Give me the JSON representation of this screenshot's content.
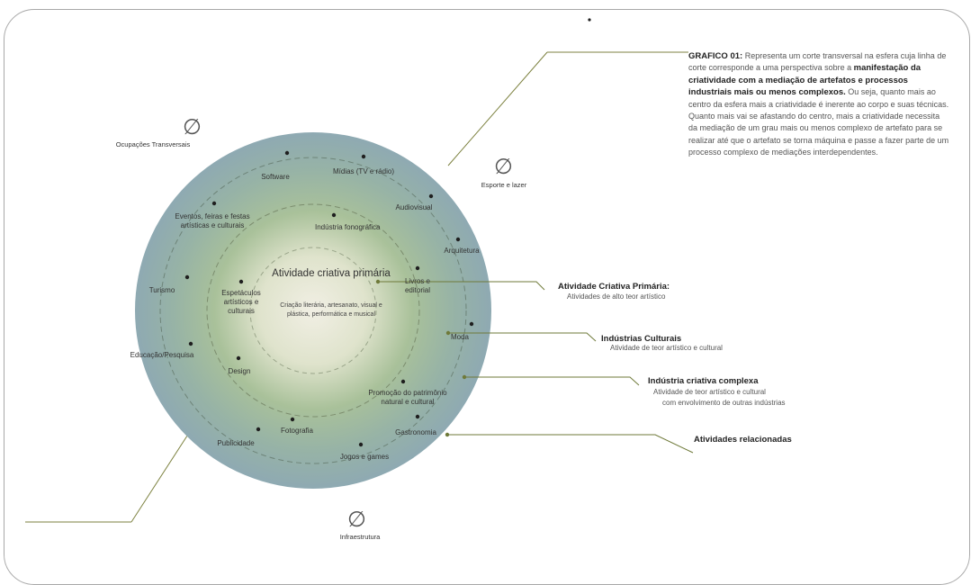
{
  "description": {
    "title": "GRAFICO 01:",
    "intro": "Representa um corte transversal na esfera cuja linha de corte corresponde a uma perspectiva sobre a",
    "bold_text": "manifestação da criatividade com a mediação de artefatos e processos industriais mais ou menos complexos.",
    "body": "Ou seja, quanto mais ao centro da esfera mais a criatividade é inerente ao corpo e suas técnicas. Quanto mais vai se afastando do centro, mais a criatividade necessita da mediação de um grau mais ou menos complexo de artefato para se realizar até que o artefato se torna máquina e passe a fazer parte de um processo complexo de mediações interdependentes."
  },
  "core": {
    "title": "Atividade criativa primária",
    "subtitle": "Criação literária, artesanato, visual e plástica, performática e musical"
  },
  "layer_labels": {
    "primary": {
      "title": "Atividade Criativa Primária:",
      "subtitle": "Atividades de alto teor artístico"
    },
    "cultural": {
      "title": "Indústrias Culturais",
      "subtitle": "Atividade de teor artístico e cultural"
    },
    "complex": {
      "title": "Indústria criativa complexa",
      "subtitle_1": "Atividade de teor artístico e cultural",
      "subtitle_2": "com envolvimento de outras indústrias"
    },
    "related": {
      "title": "Atividades relacionadas"
    }
  },
  "transversal": {
    "ocupacoes": "Ocupações Transversais",
    "esporte": "Esporte e lazer",
    "infra": "Infraestrutura",
    "symbol": "∅"
  },
  "ring1": {
    "industria_fonografica": "Indústria fonográfica",
    "livros": "Livros e editorial",
    "espetaculos": "Espetáculos artísticos e culturais",
    "design": "Design",
    "moda": "Moda"
  },
  "ring2": {
    "software": "Software",
    "midias": "Mídias (TV e rádio)",
    "audiovisual": "Audiovisual",
    "arquitetura": "Arquitetura",
    "eventos": "Eventos, feiras e festas artísticas e culturais",
    "promocao": "Promoção do patrimônio natural e cultural",
    "gastronomia": "Gastronomia",
    "fotografia": "Fotografia"
  },
  "ring3": {
    "turismo": "Turismo",
    "educacao": "Educação/Pesquisa",
    "publicidade": "Publicidade",
    "jogos": "Jogos e games"
  },
  "colors": {
    "core": "#f3f0e6",
    "mid": "#a7bd9a",
    "outer": "#93acb4",
    "leader": "#6f7a3a"
  }
}
